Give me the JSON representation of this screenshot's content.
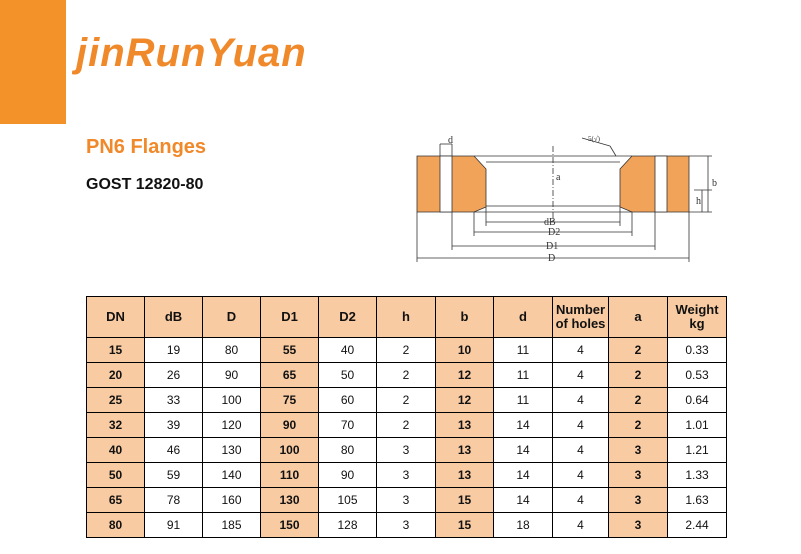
{
  "brand": {
    "logo_text": "jinRunYuan",
    "accent_color": "#f0892a"
  },
  "title": "PN6 Flanges",
  "subtitle": "GOST 12820-80",
  "drawing": {
    "labels": {
      "d": "d",
      "dB": "dB",
      "D2": "D2",
      "D1": "D1",
      "D": "D",
      "a": "a",
      "b": "b",
      "h": "h",
      "finish": "5(√)"
    }
  },
  "table": {
    "headers": [
      "DN",
      "dB",
      "D",
      "D1",
      "D2",
      "h",
      "b",
      "d",
      "Number of holes",
      "a",
      "Weight kg"
    ],
    "highlight_columns": [
      0,
      3,
      6,
      9
    ],
    "rows": [
      [
        "15",
        "19",
        "80",
        "55",
        "40",
        "2",
        "10",
        "11",
        "4",
        "2",
        "0.33"
      ],
      [
        "20",
        "26",
        "90",
        "65",
        "50",
        "2",
        "12",
        "11",
        "4",
        "2",
        "0.53"
      ],
      [
        "25",
        "33",
        "100",
        "75",
        "60",
        "2",
        "12",
        "11",
        "4",
        "2",
        "0.64"
      ],
      [
        "32",
        "39",
        "120",
        "90",
        "70",
        "2",
        "13",
        "14",
        "4",
        "2",
        "1.01"
      ],
      [
        "40",
        "46",
        "130",
        "100",
        "80",
        "3",
        "13",
        "14",
        "4",
        "3",
        "1.21"
      ],
      [
        "50",
        "59",
        "140",
        "110",
        "90",
        "3",
        "13",
        "14",
        "4",
        "3",
        "1.33"
      ],
      [
        "65",
        "78",
        "160",
        "130",
        "105",
        "3",
        "15",
        "14",
        "4",
        "3",
        "1.63"
      ],
      [
        "80",
        "91",
        "185",
        "150",
        "128",
        "3",
        "15",
        "18",
        "4",
        "3",
        "2.44"
      ]
    ]
  }
}
